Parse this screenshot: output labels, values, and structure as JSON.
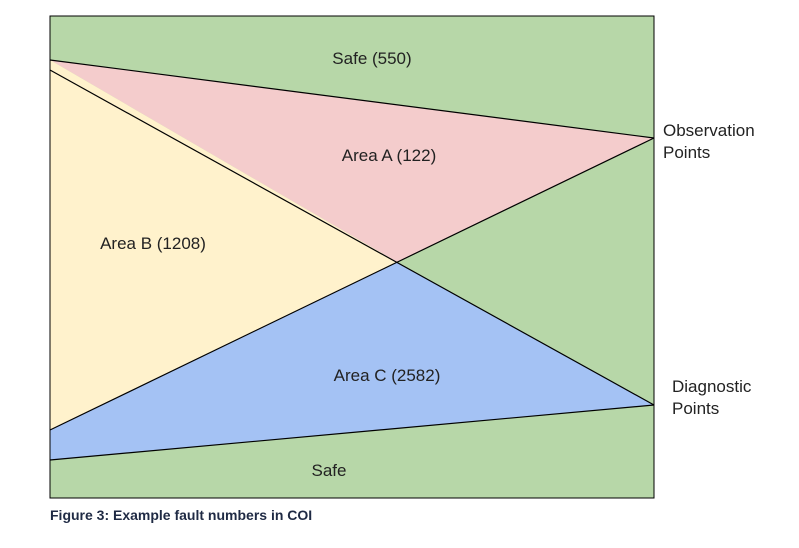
{
  "regions": {
    "safe_top": {
      "label": "Safe (550)",
      "color": "#b7d7a8"
    },
    "area_a": {
      "label": "Area A (122)",
      "color": "#f4cccc"
    },
    "area_b": {
      "label": "Area B (1208)",
      "color": "#fff2cc"
    },
    "area_c": {
      "label": "Area C (2582)",
      "color": "#a4c2f4"
    },
    "safe_right": {
      "color": "#b7d7a8"
    },
    "safe_bottom": {
      "label": "Safe",
      "color": "#b7d7a8"
    }
  },
  "observation_points": {
    "line1": "Observation",
    "line2": "Points"
  },
  "diagnostic_points": {
    "line1": "Diagnostic",
    "line2": "Points"
  },
  "caption": "Figure 3: Example fault numbers in COI",
  "colors": {
    "line": "#000000",
    "border": "#000000"
  }
}
